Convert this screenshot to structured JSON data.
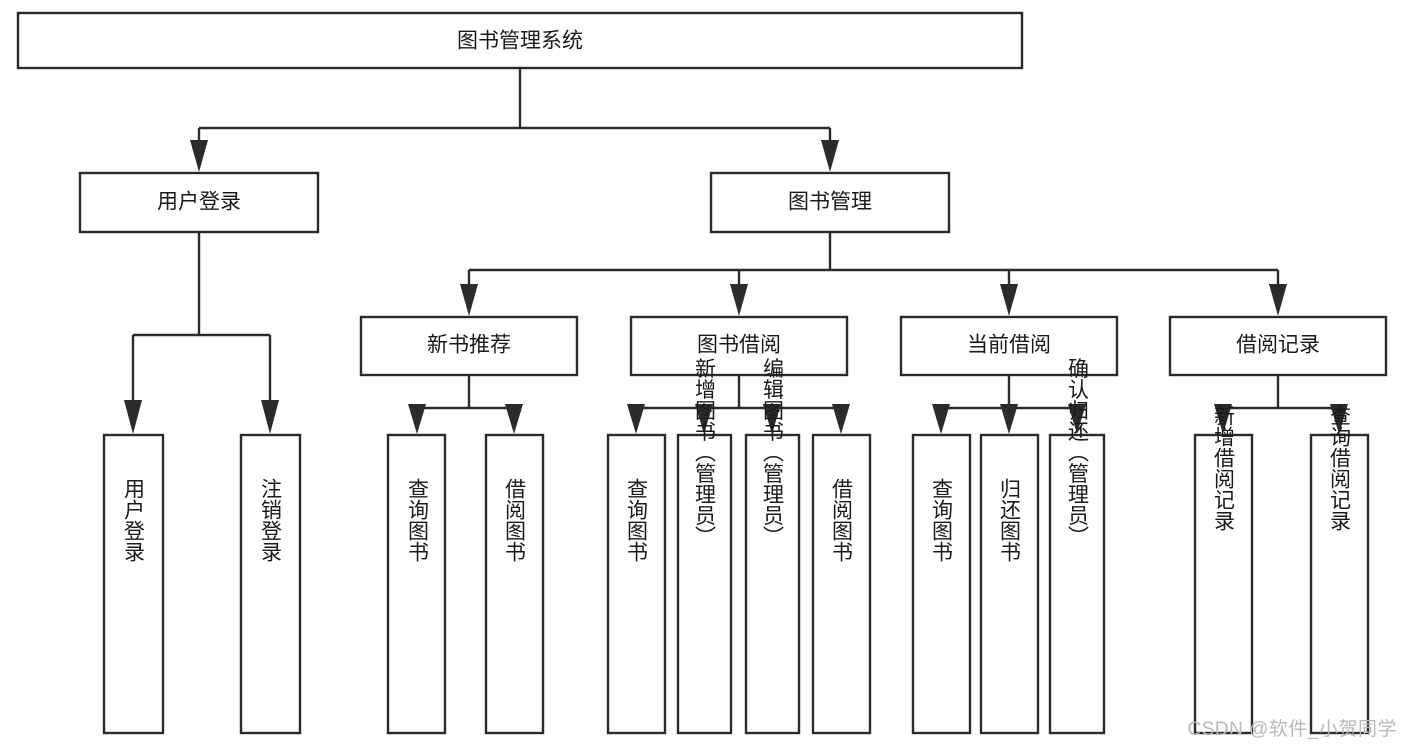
{
  "diagram": {
    "type": "tree-hierarchy",
    "title": "图书管理系统",
    "orientation": "top-down",
    "colors": {
      "box_stroke": "#2b2b2b",
      "box_fill": "#ffffff",
      "connector": "#2b2b2b",
      "text": "#1a1a1a",
      "background": "#ffffff",
      "watermark": "#b9b9b9"
    },
    "root": {
      "label": "图书管理系统"
    },
    "level1": [
      {
        "label": "用户登录"
      },
      {
        "label": "图书管理"
      }
    ],
    "level2": [
      {
        "label": "新书推荐"
      },
      {
        "label": "图书借阅"
      },
      {
        "label": "当前借阅"
      },
      {
        "label": "借阅记录"
      }
    ],
    "leaves": {
      "user_login": [
        {
          "label": "用户登录"
        },
        {
          "label": "注销登录"
        }
      ],
      "new_book_recommend": [
        {
          "label": "查询图书"
        },
        {
          "label": "借阅图书"
        }
      ],
      "book_borrow": [
        {
          "label": "查询图书"
        },
        {
          "label": "新增图书（管理员）"
        },
        {
          "label": "编辑图书（管理员）"
        },
        {
          "label": "借阅图书"
        }
      ],
      "current_borrow": [
        {
          "label": "查询图书"
        },
        {
          "label": "归还图书"
        },
        {
          "label": "确认归还（管理员）"
        }
      ],
      "borrow_record": [
        {
          "label": "新增借阅记录"
        },
        {
          "label": "查询借阅记录"
        }
      ]
    }
  },
  "watermark": {
    "text": "CSDN @软件_小贺同学"
  }
}
